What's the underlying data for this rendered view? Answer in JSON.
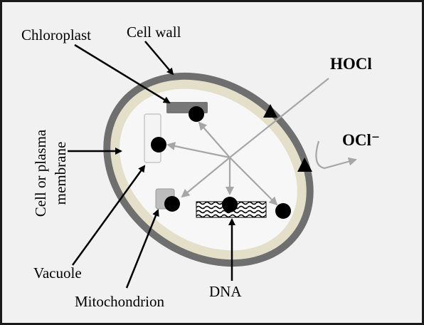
{
  "labels": {
    "chloroplast": "Chloroplast",
    "cell_wall": "Cell wall",
    "membrane_line1": "Cell or plasma",
    "membrane_line2": "membrane",
    "vacuole": "Vacuole",
    "mitochondrion": "Mitochondrion",
    "dna": "DNA",
    "hocl": "HOCl",
    "ocl": "OCl⁻"
  },
  "colors": {
    "frame_border": "#1a1a1a",
    "background": "#f1f1f1",
    "cell_wall": "#6f6f6f",
    "membrane": "#e3dfc8",
    "cytoplasm": "#f7f7f7",
    "arrow_gray": "#a6a6a6",
    "organelle_black": "#000000"
  }
}
